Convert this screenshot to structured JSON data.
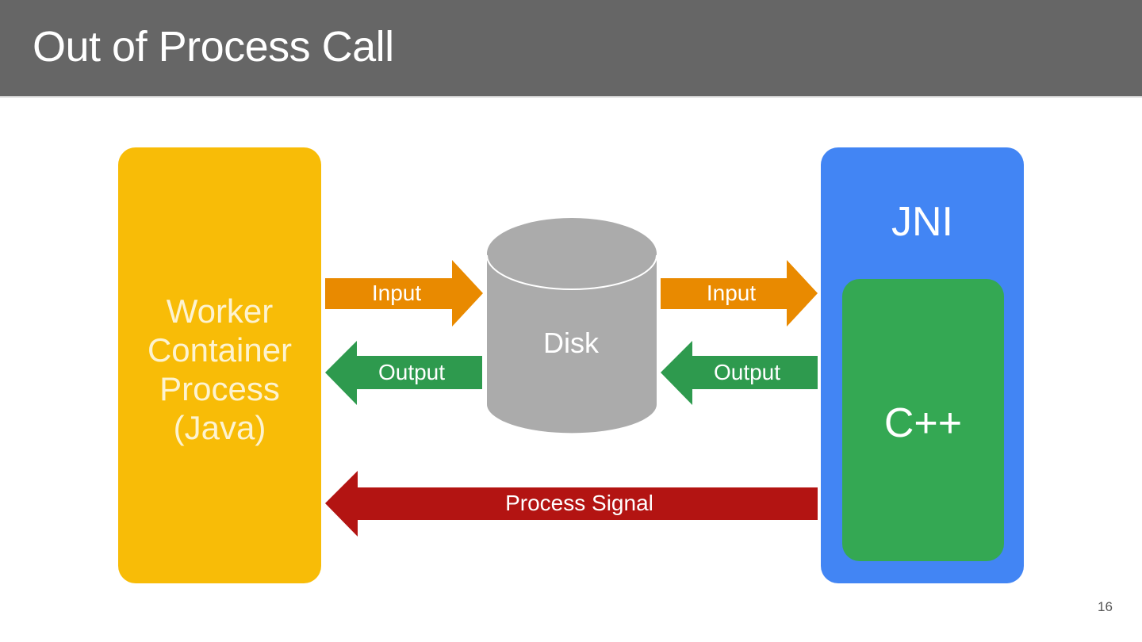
{
  "slide": {
    "title": "Out of Process Call",
    "page_number": "16"
  },
  "colors": {
    "header_bg": "#666666",
    "worker": "#F8BC07",
    "jni": "#4285F4",
    "cpp": "#34A853",
    "input_arrow": "#E98A00",
    "output_arrow": "#2E9A4E",
    "signal_arrow": "#B31412",
    "disk": "#ABABAB"
  },
  "nodes": {
    "worker": {
      "label": "Worker Container Process (Java)"
    },
    "disk": {
      "label": "Disk"
    },
    "jni": {
      "label": "JNI"
    },
    "cpp": {
      "label": "C++"
    }
  },
  "edges": {
    "input_left": {
      "label": "Input",
      "from": "Worker Container Process (Java)",
      "to": "Disk"
    },
    "output_left": {
      "label": "Output",
      "from": "Disk",
      "to": "Worker Container Process (Java)"
    },
    "input_right": {
      "label": "Input",
      "from": "Disk",
      "to": "JNI"
    },
    "output_right": {
      "label": "Output",
      "from": "JNI",
      "to": "Disk"
    },
    "process_signal": {
      "label": "Process Signal",
      "from": "JNI",
      "to": "Worker Container Process (Java)"
    }
  }
}
